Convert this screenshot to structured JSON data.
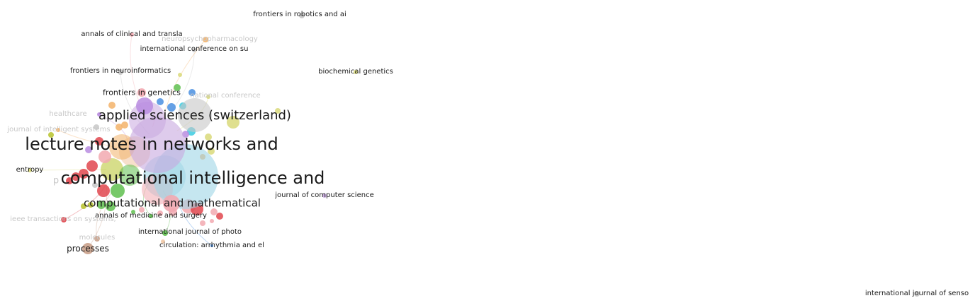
{
  "map": {
    "title": "",
    "sources": [
      {
        "id": "computational-intelligence",
        "label": "computational intelligence and",
        "cluster": "lightblue",
        "size": "xl"
      },
      {
        "id": "lecture-notes",
        "label": "lecture notes in networks and",
        "cluster": "lavender",
        "size": "xl"
      },
      {
        "id": "applied-sciences",
        "label": "applied sciences (switzerland)",
        "cluster": "grey",
        "size": "lg"
      },
      {
        "id": "computational-mathematical",
        "label": "computational and mathematical",
        "cluster": "pink",
        "size": "md"
      },
      {
        "id": "frontiers-robotics",
        "label": "frontiers in robotics and ai",
        "cluster": "grey",
        "size": "xs"
      },
      {
        "id": "annals-clinical",
        "label": "annals of clinical and transla",
        "cluster": "pink",
        "size": "xs"
      },
      {
        "id": "neuropsychopharmacology",
        "label": "neuropsychopharmacology",
        "cluster": "orange",
        "size": "xs",
        "faint": true
      },
      {
        "id": "intl-conference-su",
        "label": "international conference on su",
        "cluster": "grey",
        "size": "xs"
      },
      {
        "id": "frontiers-neuroinformatics",
        "label": "frontiers in neuroinformatics",
        "cluster": "grey",
        "size": "xs"
      },
      {
        "id": "biochemical-genetics",
        "label": "biochemical genetics",
        "cluster": "yellow",
        "size": "xs"
      },
      {
        "id": "frontiers-genetics",
        "label": "frontiers in genetics",
        "cluster": "pink",
        "size": "sm"
      },
      {
        "id": "national-conference",
        "label": "national conference",
        "cluster": "yellow",
        "size": "xs",
        "faint": true
      },
      {
        "id": "healthcare",
        "label": "healthcare",
        "cluster": "purple",
        "size": "xs",
        "faint": true
      },
      {
        "id": "journal-intelligent-systems",
        "label": "journal of intelligent systems",
        "cluster": "orange",
        "size": "xs",
        "faint": true
      },
      {
        "id": "entropy",
        "label": "entropy",
        "cluster": "yellow",
        "size": "xs"
      },
      {
        "id": "p-partial",
        "label": "p",
        "cluster": "red",
        "size": "sm",
        "faint": true
      },
      {
        "id": "journal-computer-science",
        "label": "journal of computer science",
        "cluster": "lavender",
        "size": "xs"
      },
      {
        "id": "annals-medicine-surgery",
        "label": "annals of medicine and surgery",
        "cluster": "green",
        "size": "xs"
      },
      {
        "id": "ieee-transactions-systems",
        "label": "ieee transactions on systems,",
        "cluster": "red",
        "size": "xs",
        "faint": true
      },
      {
        "id": "intl-journal-photo",
        "label": "international journal of photo",
        "cluster": "green",
        "size": "xs"
      },
      {
        "id": "circulation-arrhythmia",
        "label": "circulation: arrhythmia and el",
        "cluster": "blue",
        "size": "xs"
      },
      {
        "id": "molecules",
        "label": "molecules",
        "cluster": "brown",
        "size": "xs",
        "faint": true
      },
      {
        "id": "processes",
        "label": "processes",
        "cluster": "brown",
        "size": "sm"
      },
      {
        "id": "intl-journal-senso",
        "label": "international journal of senso",
        "cluster": "grey",
        "size": "xs"
      }
    ],
    "cluster_colors": {
      "lightblue": "#9fd6e6",
      "lavender": "#c8a8e0",
      "grey": "#c7c7c7",
      "pink": "#f2a9b0",
      "orange": "#f3b36a",
      "yellow": "#d9d97a",
      "purple": "#b98ce0",
      "red": "#e0464e",
      "green": "#5fbf4f",
      "blue": "#4a8fe0",
      "brown": "#c9a08a",
      "olive": "#b7c22a",
      "cyan": "#3ccbe0",
      "peach": "#f0c4a0"
    }
  }
}
